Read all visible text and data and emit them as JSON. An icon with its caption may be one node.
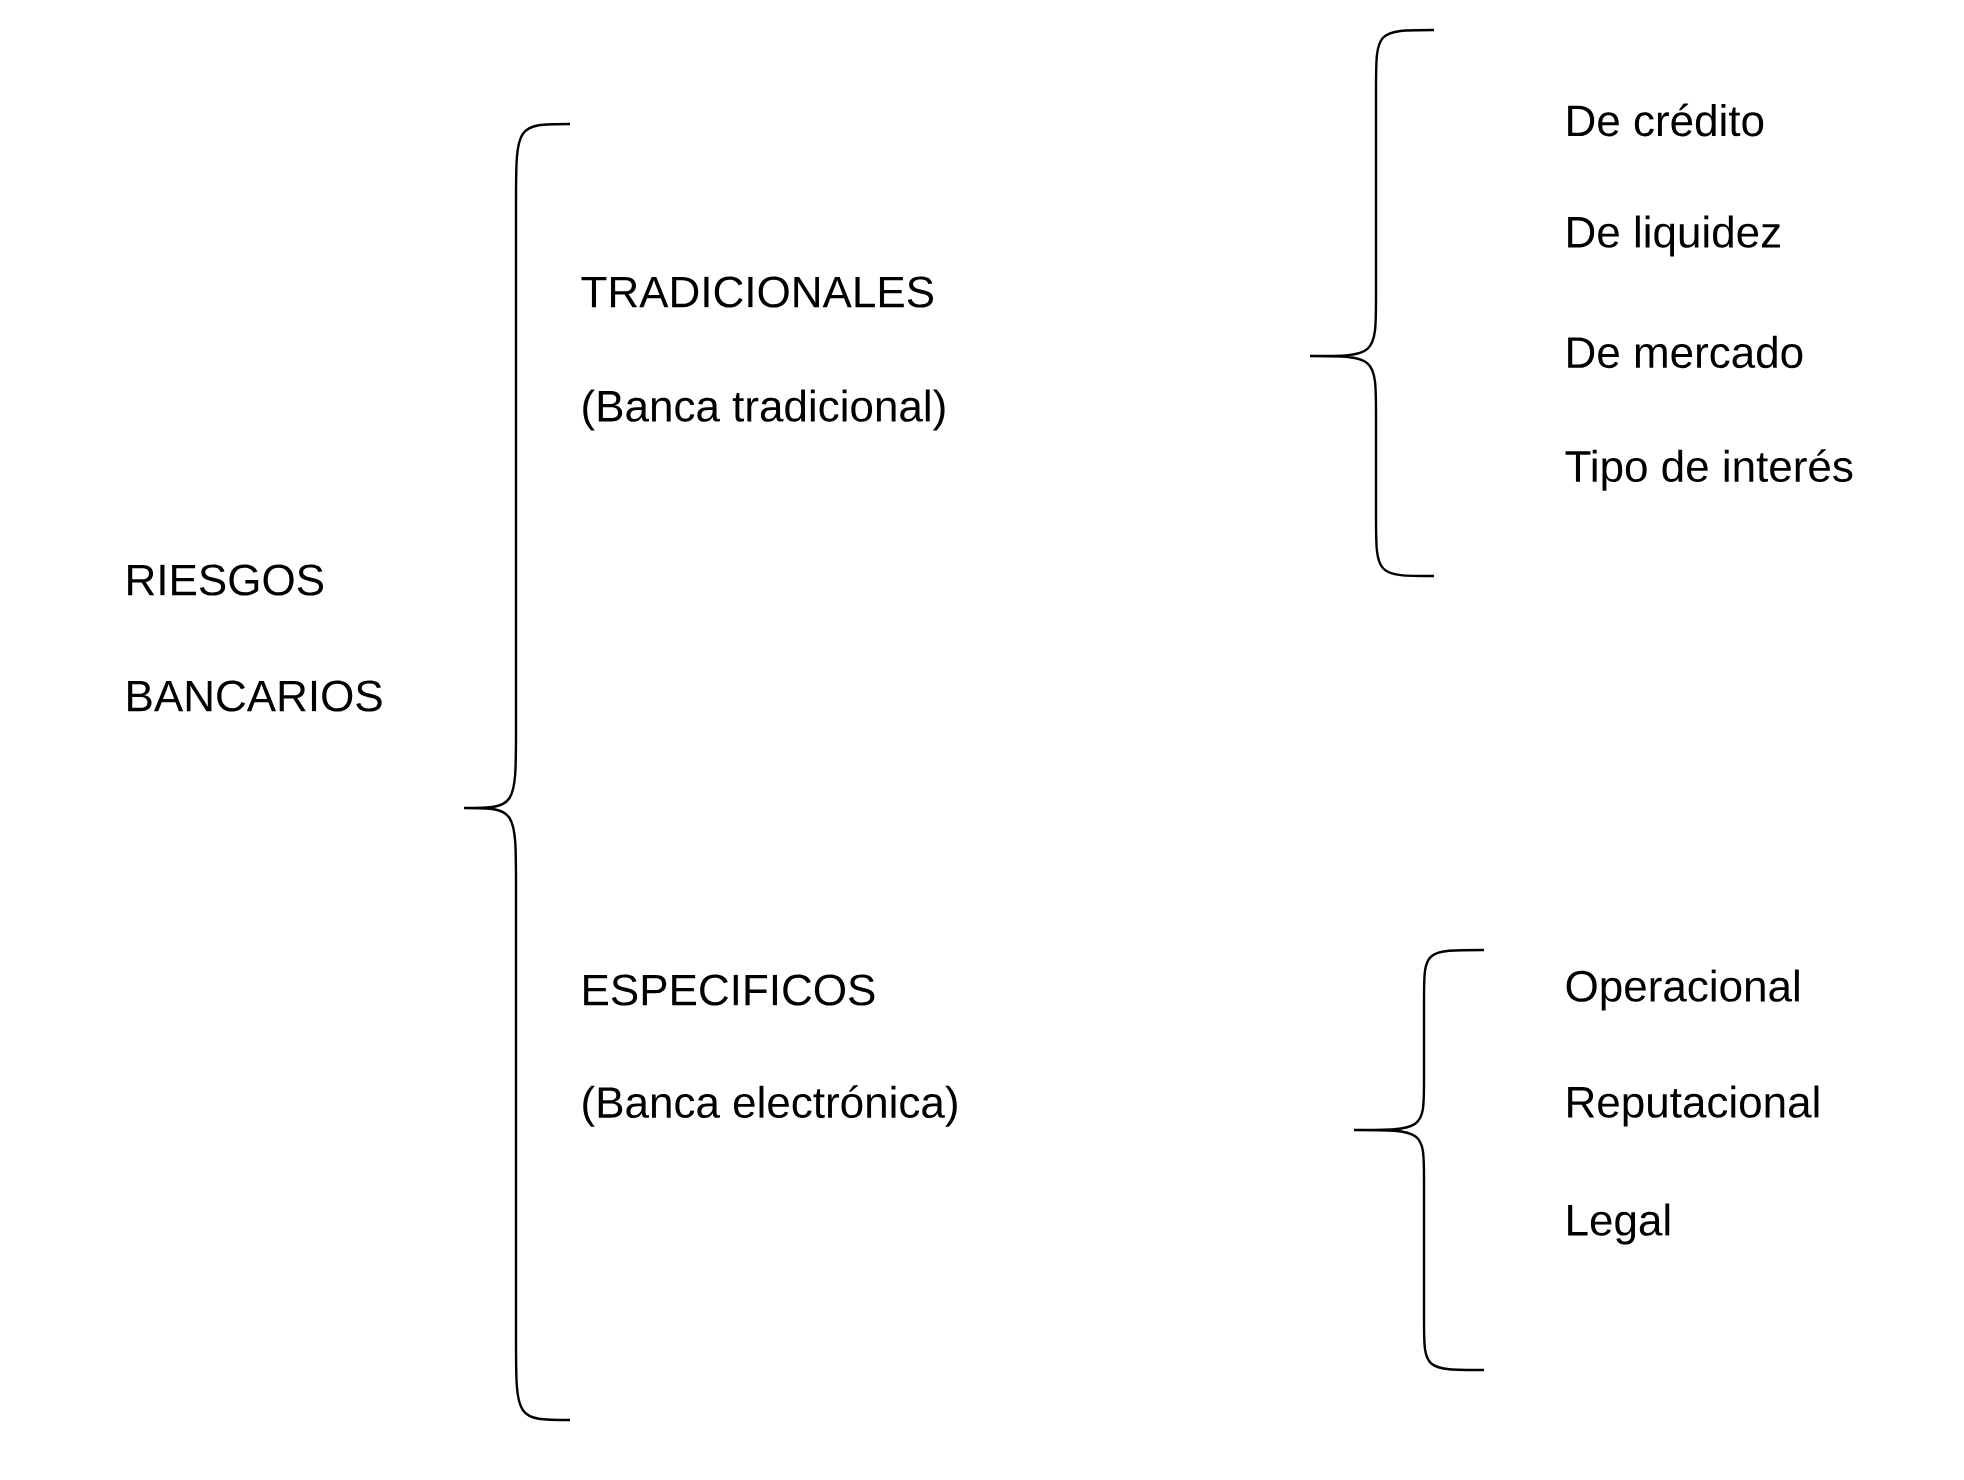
{
  "diagram": {
    "labels": [
      "RIESGOS",
      "BANCARIOS",
      "TRADICIONALES",
      "(Banca tradicional)",
      "De crédito",
      "De liquidez",
      "De mercado",
      "Tipo de interés",
      "ESPECIFICOS",
      "(Banca electrónica)",
      "Operacional",
      "Reputacional",
      "Legal"
    ]
  }
}
